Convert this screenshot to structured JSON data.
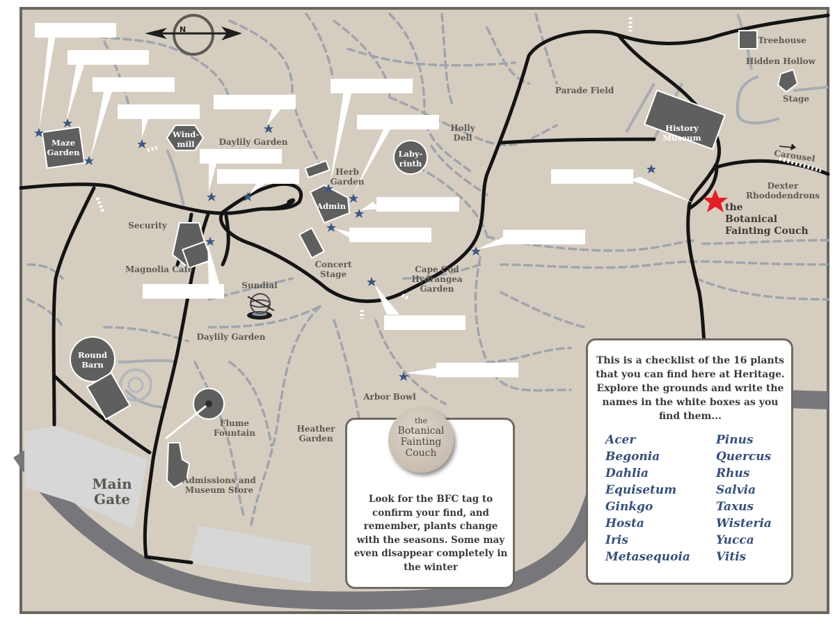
{
  "map": {
    "compass": {
      "label": "N"
    },
    "places": {
      "maze_garden": "Maze\nGarden",
      "windmill": "Wind-\nmill",
      "daylily_garden_north": "Daylily Garden",
      "holly_dell": "Holly\nDell",
      "labyrinth": "Laby-\nrinth",
      "herb_garden": "Herb\nGarden",
      "admin": "Admin",
      "parade_field": "Parade Field",
      "history_museum": "History\nMuseum",
      "treehouse": "Treehouse",
      "hidden_hollow": "Hidden Hollow",
      "stage": "Stage",
      "carousel": "Carousel",
      "dexter_rhododendrons": "Dexter\nRhododendrons",
      "security": "Security",
      "magnolia_cafe": "Magnolia Cafe",
      "concert_stage": "Concert\nStage",
      "cape_cod_hydrangea_garden": "Cape Cod\nHydrangea\nGarden",
      "sundial": "Sundial",
      "daylily_garden_south": "Daylily Garden",
      "round_barn": "Round\nBarn",
      "arbor_bowl": "Arbor Bowl",
      "flume_fountain": "Flume\nFountain",
      "heather_garden": "Heather\nGarden",
      "admissions": "Admissions and\nMuseum Store",
      "main_gate": "Main\nGate"
    },
    "bfc_location": "the\nBotanical\nFainting Couch"
  },
  "badge": {
    "line1": "the",
    "line2": "Botanical",
    "line3": "Fainting",
    "line4": "Couch"
  },
  "left_panel": {
    "text": "Look for the BFC tag to confirm your find, and remember, plants change with the seasons.  Some may even disappear completely in the winter"
  },
  "right_panel": {
    "intro": "This is a checklist of the 16 plants that you can find here at Heritage.  Explore the grounds and write the names in the white boxes as you find them...",
    "plants_col1": [
      "Acer",
      "Begonia",
      "Dahlia",
      "Equisetum",
      "Ginkgo",
      "Hosta",
      "Iris",
      "Metasequoia"
    ],
    "plants_col2": [
      "Pinus",
      "Quercus",
      "Rhus",
      "Salvia",
      "Taxus",
      "Wisteria",
      "Yucca",
      "Vitis"
    ]
  },
  "colors": {
    "background": "#d5cdc0",
    "road": "#141414",
    "path": "#a0a4ac",
    "building": "#5f5f5f",
    "star": "#3c5782",
    "bfc_star": "#e41e26",
    "parking": "#d7d7d7",
    "plant_text": "#36507a"
  }
}
